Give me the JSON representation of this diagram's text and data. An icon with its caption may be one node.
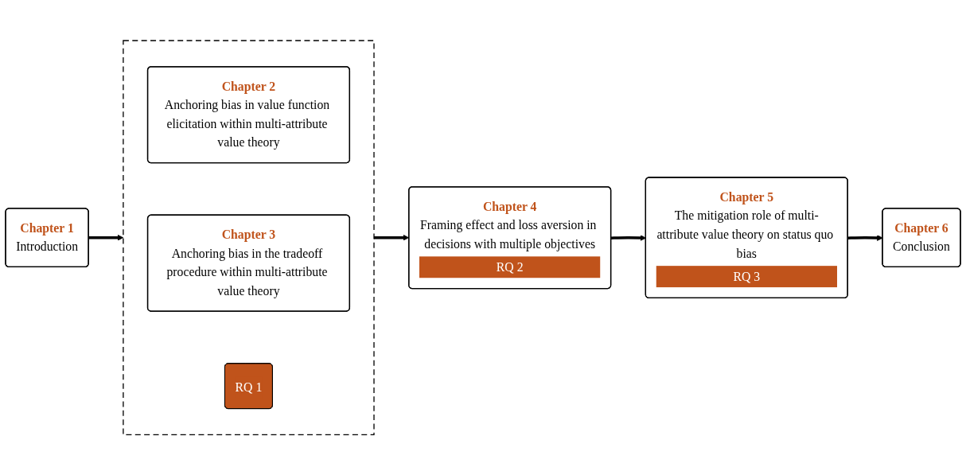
{
  "diagram": {
    "nodes": [
      {
        "text": [
          "Chapter 1",
          "Introduction"
        ]
      },
      {
        "text": [],
        "shape": "box"
      },
      {
        "text": [
          "Chapter 2",
          "Anchoring bias in value function elicitation within multi-attribute value theory"
        ],
        "in": 1
      },
      {
        "text": [
          "Chapter 3",
          "Anchoring bias in the tradeoff procedure within multi-attribute value theory"
        ],
        "in": 1
      },
      {
        "text": [
          "RQ 1"
        ],
        "in": 1
      },
      {
        "text": [
          "Chapter 4",
          "Framing effect and loss aversion in decisions with multiple objectives",
          "RQ 2"
        ]
      },
      {
        "text": [
          "Chapter 5",
          "The mitigation role of multi-attribute value theory on status quo bias",
          "RQ 3"
        ]
      },
      {
        "text": [
          "Chapter 6",
          "Conclusion"
        ]
      }
    ],
    "edges": [
      {
        "from": 0,
        "to": 1,
        "arrow": "to"
      },
      {
        "from": 1,
        "to": 5,
        "arrow": "to"
      },
      {
        "from": 5,
        "to": 6,
        "arrow": "to"
      },
      {
        "from": 6,
        "to": 7,
        "arrow": "to"
      }
    ]
  }
}
